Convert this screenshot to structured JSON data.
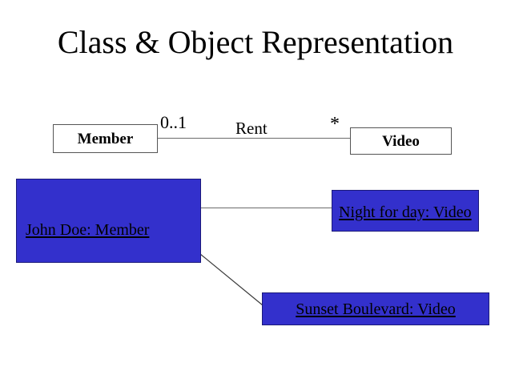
{
  "slide": {
    "title": "Class & Object Representation",
    "background_color": "#ffffff"
  },
  "palette": {
    "object_fill": "#3330cc",
    "object_border": "#1b1a7a",
    "class_fill": "#ffffff",
    "class_border": "#555555",
    "line_color": "#6b6b6b",
    "text_color": "#000000"
  },
  "diagram": {
    "classes": [
      {
        "id": "member",
        "name": "Member"
      },
      {
        "id": "video",
        "name": "Video"
      }
    ],
    "association": {
      "label": "Rent",
      "source_multiplicity": "0..1",
      "target_multiplicity": "*"
    },
    "objects": [
      {
        "id": "john-doe",
        "name": "John Doe: Member"
      },
      {
        "id": "night-for-day",
        "name": "Night for day: Video"
      },
      {
        "id": "sunset-boulevard",
        "name": "Sunset Boulevard: Video"
      }
    ],
    "links": [
      {
        "from": "john-doe",
        "to": "night-for-day"
      },
      {
        "from": "john-doe",
        "to": "sunset-boulevard"
      }
    ]
  }
}
